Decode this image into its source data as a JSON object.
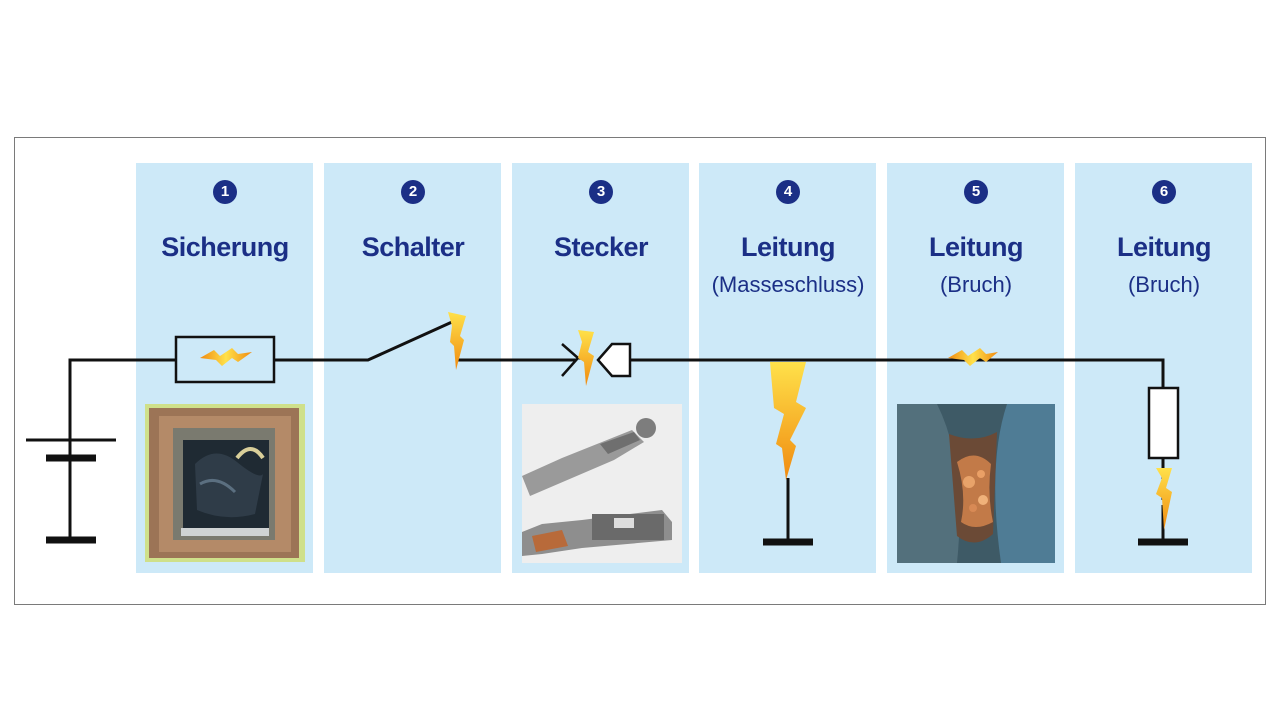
{
  "panels": [
    {
      "number": "1",
      "title": "Sicherung",
      "subtitle": ""
    },
    {
      "number": "2",
      "title": "Schalter",
      "subtitle": ""
    },
    {
      "number": "3",
      "title": "Stecker",
      "subtitle": ""
    },
    {
      "number": "4",
      "title": "Leitung",
      "subtitle": "(Masseschluss)"
    },
    {
      "number": "5",
      "title": "Leitung",
      "subtitle": "(Bruch)"
    },
    {
      "number": "6",
      "title": "Leitung",
      "subtitle": "(Bruch)"
    }
  ],
  "colors": {
    "panel_background": "#cde9f8",
    "title_text": "#1b2f86",
    "wire": "#111111",
    "spark_outer": "#f29a12",
    "spark_inner": "#ffe14a"
  },
  "icons": [
    "battery-icon",
    "fuse-icon",
    "switch-icon",
    "connector-icon",
    "ground-icon",
    "resistor-icon",
    "spark-icon"
  ]
}
